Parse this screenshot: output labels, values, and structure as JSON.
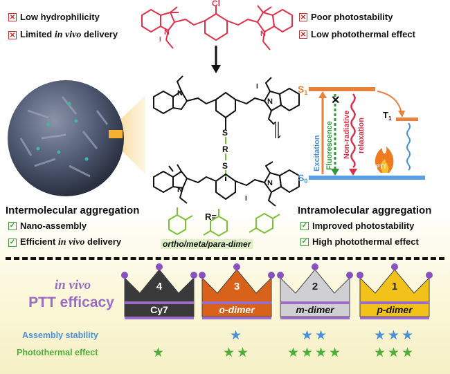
{
  "top_left": {
    "items": [
      "Low hydrophilicity",
      "Limited ",
      "in vivo",
      " delivery"
    ]
  },
  "top_right": {
    "items": [
      "Poor photostability",
      "Low photothermal effect"
    ]
  },
  "molecule_labels": {
    "cl": "Cl",
    "n": "N",
    "i_minus": "I",
    "s": "S",
    "r": "R",
    "r_eq": "R=",
    "dimer_caption": "ortho/meta/para-dimer"
  },
  "jablonski": {
    "s1": "S",
    "s1_sub": "1",
    "s0": "S",
    "s0_sub": "0",
    "t1": "T",
    "t1_sub": "1",
    "excitation": "Excitation",
    "fluorescence": "Fluorescence",
    "nonrad1": "Non-radiative",
    "nonrad2": "relaxation",
    "ptt": "PTT"
  },
  "left_block": {
    "heading": "Intermolecular aggregation",
    "item1": "Nano-assembly",
    "item2_a": "Efficient ",
    "item2_b": "in vivo",
    "item2_c": " delivery"
  },
  "right_block": {
    "heading": "Intramolecular aggregation",
    "item1": "Improved photostability",
    "item2": "High photothermal effect"
  },
  "bottom": {
    "title_italic": "in vivo",
    "title": "PTT efficacy",
    "row1": "Assembly stability",
    "row2": "Photothermal effect",
    "crowns": [
      {
        "rank": "4",
        "label": "Cy7",
        "color": "#3a3a3a",
        "band": "#9b6cc4",
        "italic": false,
        "stability": 0,
        "photothermal": 1
      },
      {
        "rank": "3",
        "label": "o-dimer",
        "color": "#d8621a",
        "band": "#9b6cc4",
        "italic": true,
        "stability": 1,
        "photothermal": 2
      },
      {
        "rank": "2",
        "label": "m-dimer",
        "color": "#cfcfd4",
        "band": "#9b6cc4",
        "italic": true,
        "stability": 2,
        "photothermal": 4
      },
      {
        "rank": "1",
        "label": "p-dimer",
        "color": "#f2c21a",
        "band": "#9b6cc4",
        "italic": true,
        "stability": 3,
        "photothermal": 3
      }
    ]
  },
  "colors": {
    "red_mol": "#e0304a",
    "green_link": "#7bbf3a",
    "purple": "#9b6cc4",
    "blue_star": "#4a90d9",
    "green_star": "#4caf3a"
  }
}
